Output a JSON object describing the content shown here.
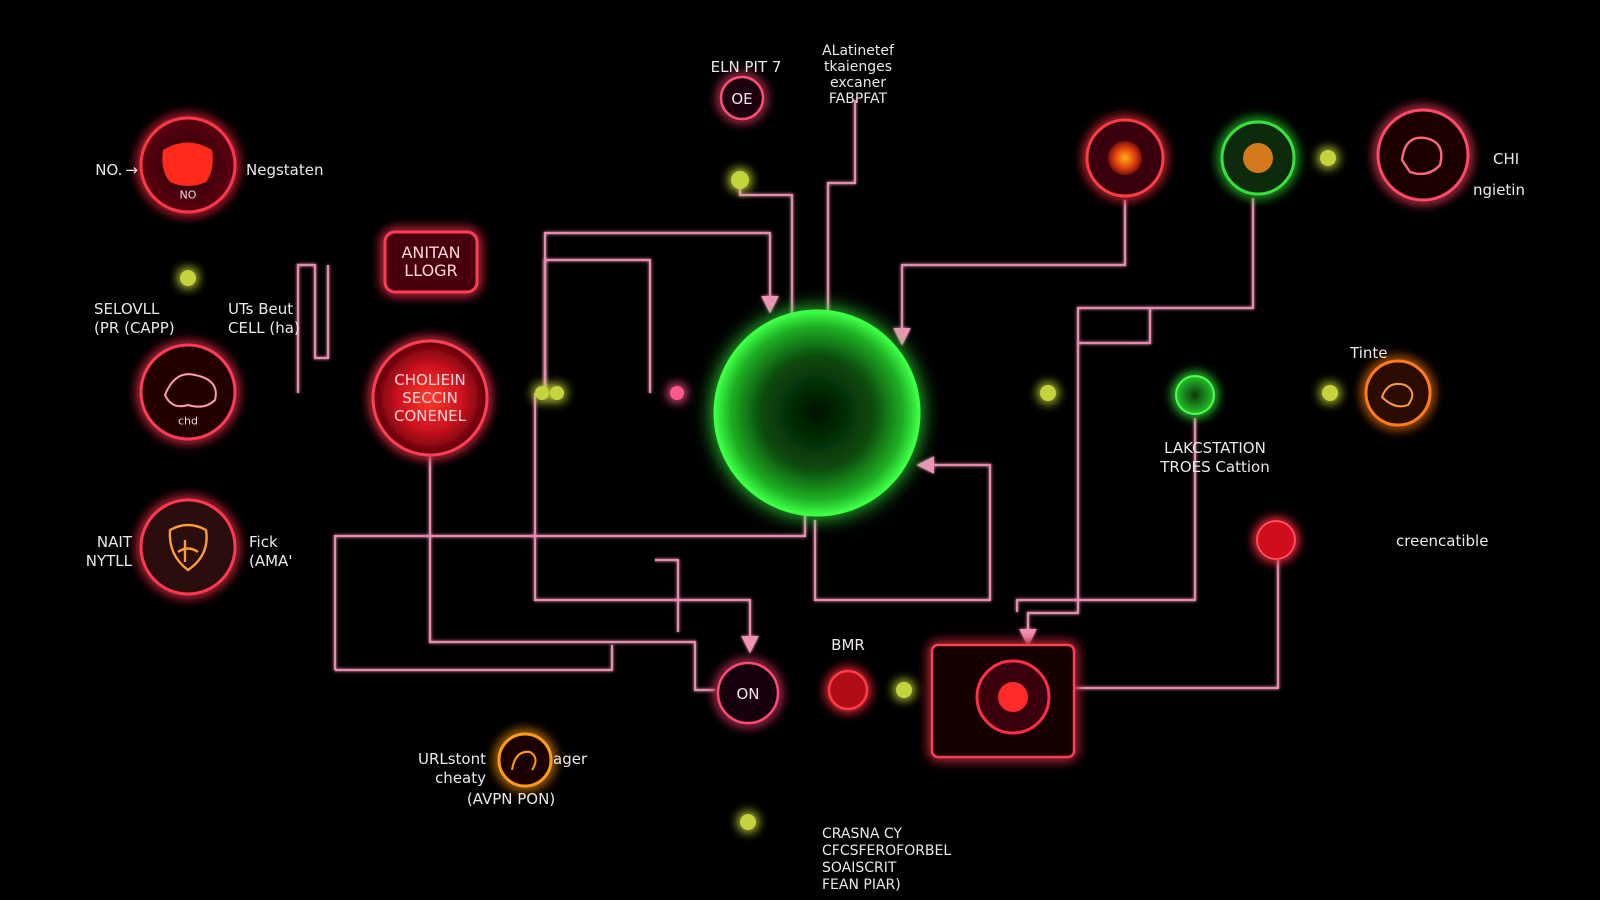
{
  "colors": {
    "background": "#000000",
    "wire": "#e58bb0",
    "red": "#ff2a3a",
    "green": "#36e03a",
    "orange": "#ff8a1a",
    "yellow_green": "#b9c93a"
  },
  "top": {
    "node_label": "ELN PIT 7",
    "node_inner": "OE",
    "note": "ALatinetef\ntkaienges\nexcaner\nFABPFAT"
  },
  "left": {
    "n1_left": "NO. →",
    "n1_right": "Negstaten",
    "n1_inner": "NO",
    "n2_left": "SELOVLL\n(PR (CAPP)",
    "n2_right": "UTs Beut\nCELL (ha)",
    "n2_inner": "chd",
    "n3_left": "NAIT\nNYTLL",
    "n3_right": "Fick\n(AMA'"
  },
  "center": {
    "box_top": "ANITAN\nLLOGR",
    "box_main": "CHOLIEIN\nSECCIN\nCONENEL"
  },
  "right": {
    "n_top_right": "CHI",
    "n_top_right_sub": "ngietin",
    "timer_label": "Tinte",
    "station": "LAKCSTATION\nTROES Cattion",
    "output": "creencatible"
  },
  "bottom": {
    "on_node": "ON",
    "bmr": "BMR",
    "note_bottom": "CRASNA CY\nCFCSFEROFORBEL\nSOAISCRIT\nFEAN PIAR)",
    "legend_left": "URLstont\ncheaty",
    "legend_right": "ager",
    "legend_sub": "(AVPN PON)"
  }
}
